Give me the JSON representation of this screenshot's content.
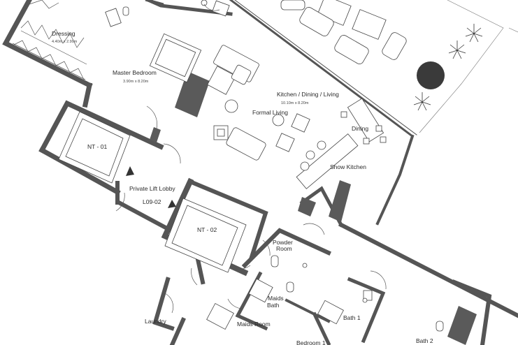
{
  "rooms": {
    "dressing": {
      "name": "Dressing",
      "dims": "4.40m x 2.90m"
    },
    "master_bedroom": {
      "name": "Master Bedroom",
      "dims": "3.90m x 8.20m"
    },
    "kitchen_dining_living": {
      "name": "Kitchen / Dining / Living",
      "dims": "10.10m x 8.20m"
    },
    "formal_living": {
      "name": "Formal Living"
    },
    "dining": {
      "name": "Dining"
    },
    "show_kitchen": {
      "name": "Show Kitchen"
    },
    "nt01": {
      "name": "NT - 01"
    },
    "nt02": {
      "name": "NT - 02"
    },
    "private_lift_lobby": {
      "name": "Private Lift Lobby"
    },
    "lobby_code": {
      "name": "L09-02"
    },
    "powder_room": {
      "line1": "Powder",
      "line2": "Room"
    },
    "maids_bath": {
      "line1": "Maids",
      "line2": "Bath"
    },
    "maids_room": {
      "name": "Maids Room"
    },
    "laundry": {
      "name": "Laundry"
    },
    "bath1": {
      "name": "Bath 1"
    },
    "bath2": {
      "name": "Bath 2"
    },
    "bedroom1": {
      "name": "Bedroom 1"
    }
  },
  "colors": {
    "wall": "#5a5a5a",
    "line": "#444444",
    "background": "#ffffff",
    "planter": "#3a3a3a"
  }
}
